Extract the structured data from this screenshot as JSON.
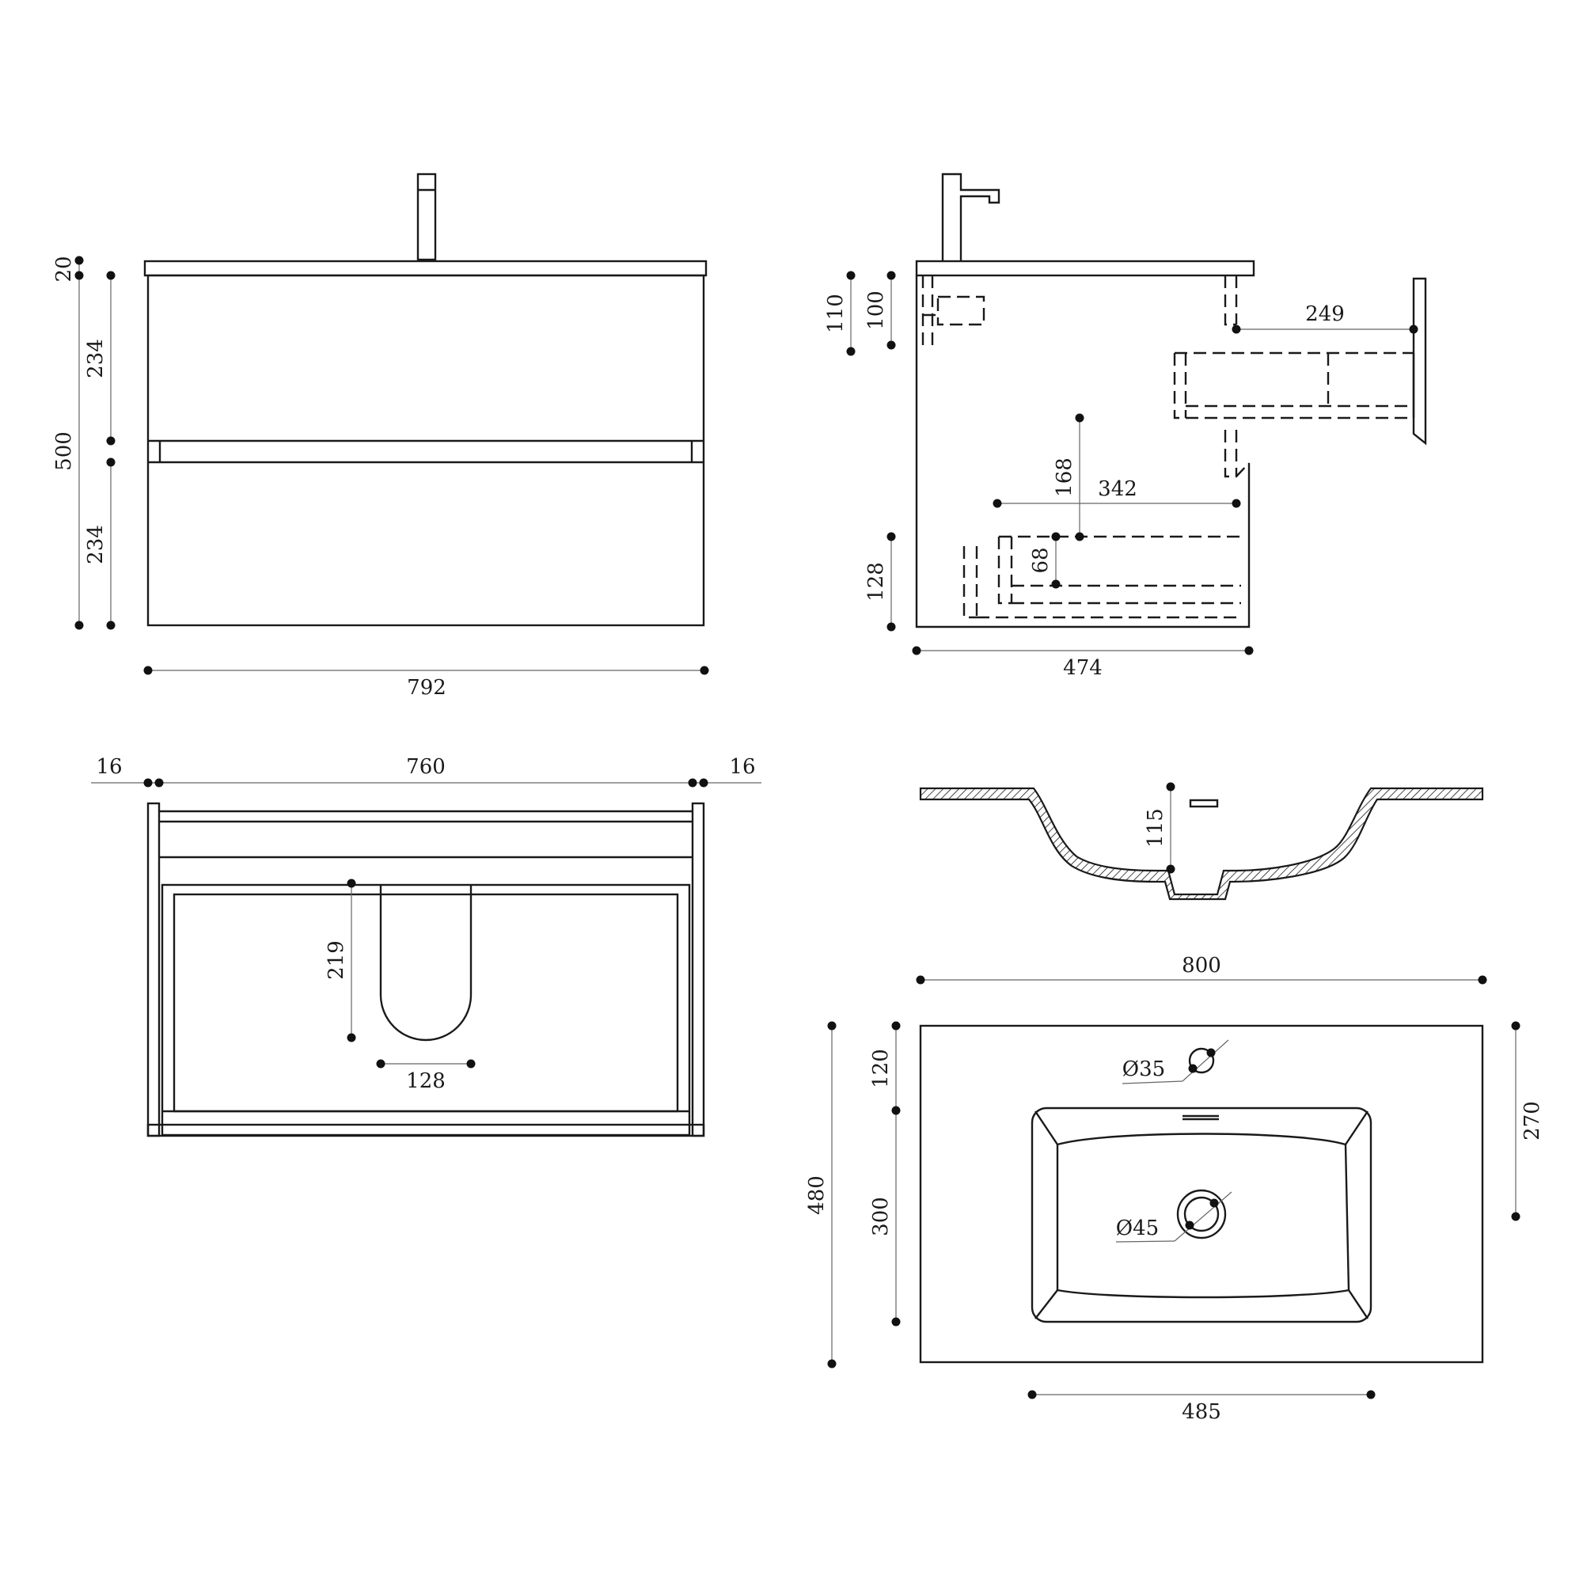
{
  "front_view": {
    "top_thickness": "20",
    "drawer_upper": "234",
    "drawer_lower": "234",
    "total_height": "500",
    "width": "792"
  },
  "side_view": {
    "dim_110": "110",
    "dim_100": "100",
    "dim_249": "249",
    "dim_168": "168",
    "dim_342": "342",
    "dim_68": "68",
    "dim_128": "128",
    "depth": "474"
  },
  "top_view": {
    "side_left": "16",
    "inner_width": "760",
    "side_right": "16",
    "cutout_depth": "219",
    "cutout_width": "128"
  },
  "basin_section": {
    "bowl_depth": "115"
  },
  "basin_plan": {
    "width": "800",
    "tap_offset": "120",
    "bowl_offset": "300",
    "depth": "480",
    "right_offset": "270",
    "bowl_width": "485",
    "tap_hole": "Ø35",
    "waste_hole": "Ø45"
  }
}
